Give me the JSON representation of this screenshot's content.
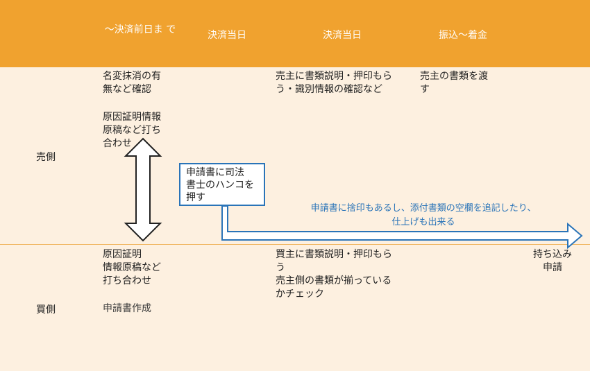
{
  "header": {
    "col1": "～決済前日ま\nで",
    "col2": "決済当日",
    "col3": "決済当日",
    "col4": "振込～着金"
  },
  "rows": {
    "seller_label": "売側",
    "buyer_label": "買側"
  },
  "seller": {
    "col1_top": "名変抹消の有\n無など確認",
    "col1_bottom": "原因証明情報\n原稿など打ち\n合わせ",
    "col3": "売主に書類説明・押印もら\nう・識別情報の確認など",
    "col4": "売主の書類を渡\nす"
  },
  "buyer": {
    "col1_top": "原因証明\n情報原稿など\n打ち合わせ",
    "col1_bottom": "申請書作成",
    "col3": "買主に書類説明・押印もら\nう\n売主側の書類が揃っている\nかチェック",
    "col5": "持ち込み\n申請"
  },
  "seal_box": "申請書に司法\n書士のハンコを\n押す",
  "note": "申請書に捨印もあるし、添付書類の空欄を追記したり、\n仕上げも出来る",
  "colors": {
    "header": "#f0a22f",
    "body": "#fdf0e0",
    "accent": "#2a74b8"
  }
}
